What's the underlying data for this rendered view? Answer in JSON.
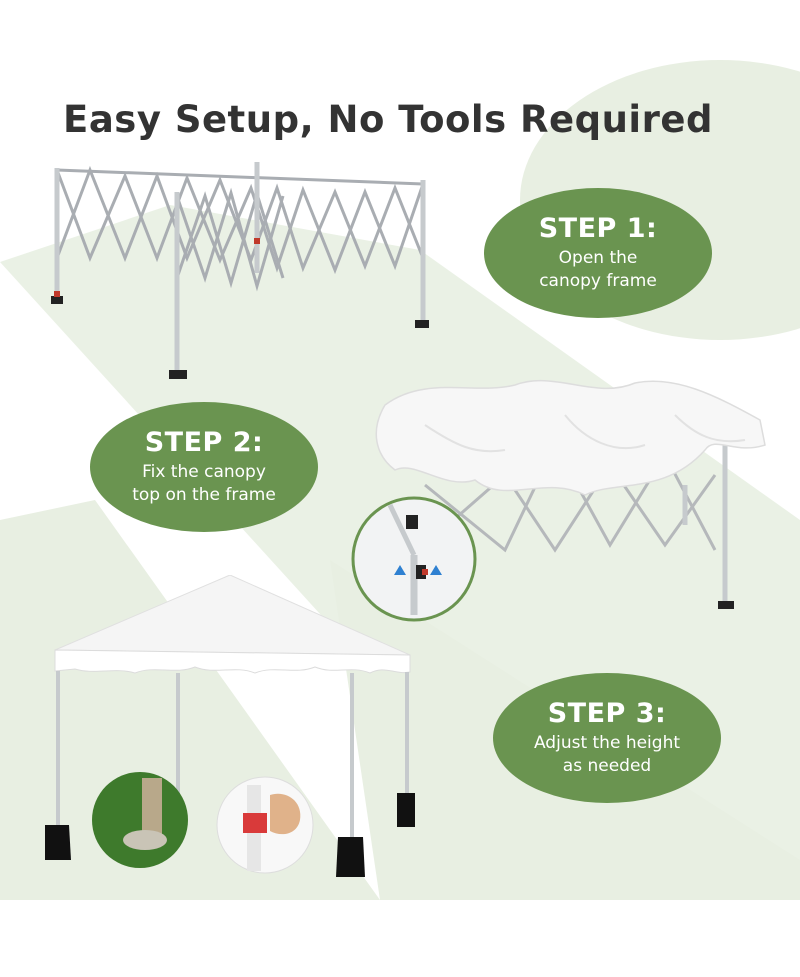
{
  "title": "Easy Setup, No Tools Required",
  "steps": [
    {
      "heading": "STEP 1:",
      "line1": "Open the",
      "line2": "canopy frame"
    },
    {
      "heading": "STEP 2:",
      "line1": "Fix the canopy",
      "line2": "top on the frame"
    },
    {
      "heading": "STEP 3:",
      "line1": "Adjust the height",
      "line2": "as needed"
    }
  ],
  "colors": {
    "accent_green": "#6a9450",
    "background_tint": "#e8efe2",
    "title_text": "#333333"
  }
}
